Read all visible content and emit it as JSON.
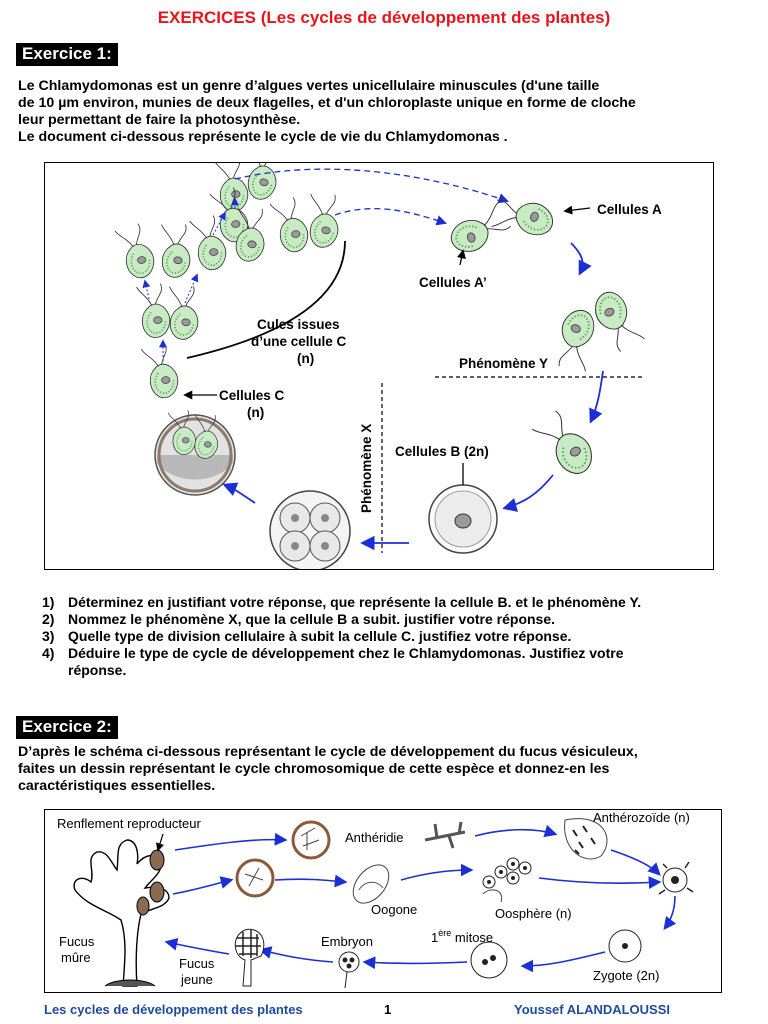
{
  "title": "EXERCICES (Les cycles de développement des plantes)",
  "exercise1": {
    "label": "Exercice 1:",
    "intro": [
      "Le Chlamydomonas est un genre d’algues vertes unicellulaire minuscules (d'une taille",
      "de 10 µm environ, munies de deux flagelles, et d'un chloroplaste unique en forme de cloche",
      "leur permettant de faire la photosynthèse.",
      "Le document ci-dessous représente le cycle de vie du Chlamydomonas ."
    ],
    "figure": {
      "cellules_a": "Cellules A",
      "cellules_a_prime": "Cellules A’",
      "cules_line1": "Cules issues",
      "cules_line2": "d’une cellule C",
      "cules_line3": "(n)",
      "phenomene_y": "Phénomène Y",
      "cellules_c": "Cellules C",
      "cellules_c_n": "(n)",
      "phenomene_x": "Phénomène X",
      "cellules_b": "Cellules B (2n)"
    },
    "questions": [
      {
        "num": "1)",
        "text": "Déterminez en justifiant votre réponse, que représente la cellule B. et le phénomène Y."
      },
      {
        "num": "2)",
        "text": "Nommez le phénomène X, que la cellule B a subit. justifier votre réponse."
      },
      {
        "num": "3)",
        "text": "Quelle type de division cellulaire à subit la cellule C. justifiez votre réponse."
      },
      {
        "num": "4)",
        "text": "Déduire le type de cycle de développement chez le Chlamydomonas. Justifiez votre",
        "cont": "réponse."
      }
    ]
  },
  "exercise2": {
    "label": "Exercice 2:",
    "intro": [
      "D’après le schéma ci-dessous représentant le cycle de développement du fucus vésiculeux,",
      "faites un dessin représentant le cycle chromosomique de cette espèce et donnez-en les",
      "caractéristiques essentielles."
    ],
    "figure": {
      "renflement": "Renflement reproducteur",
      "antheridie": "Anthéridie",
      "antherozoide": "Anthérozoïde (n)",
      "oogone": "Oogone",
      "oosphere": "Oosphère (n)",
      "fucus_mur_1": "Fucus",
      "fucus_mur_2": "mûre",
      "fucus_jeune_1": "Fucus",
      "fucus_jeune_2": "jeune",
      "embryon": "Embryon",
      "mitose_num": "1",
      "mitose_sup": "ère",
      "mitose_word": " mitose",
      "zygote": "Zygote (2n)"
    }
  },
  "footer": {
    "left": "Les cycles de développement des plantes",
    "page": "1",
    "right": "Youssef ALANDALOUSSI"
  },
  "colors": {
    "title": "#e8141b",
    "arrow_blue": "#1a2fd6",
    "cell_green": "#8fd08a",
    "footer": "#1f4aa0"
  }
}
